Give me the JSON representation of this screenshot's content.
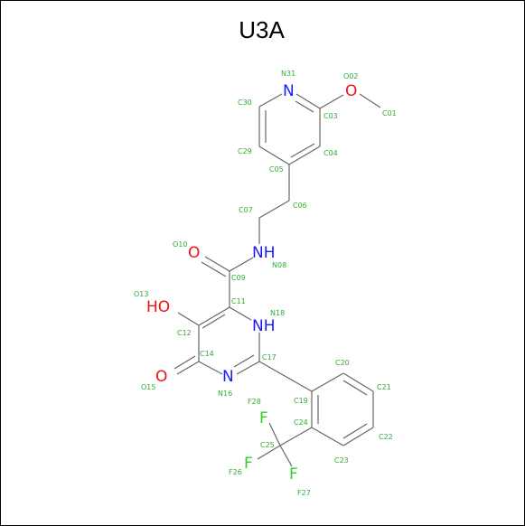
{
  "title": "U3A",
  "colors": {
    "N": "#1a1aff",
    "O": "#ee1111",
    "F": "#33cc33",
    "label": "#33aa33",
    "bond": "#666666"
  },
  "atoms": {
    "N31": "N",
    "O02": "O",
    "N08": "NH",
    "O10": "O",
    "O13": "HO",
    "N18": "NH",
    "N16": "N",
    "O15": "O",
    "F28": "F",
    "F26": "F",
    "F27": "F"
  },
  "labels": [
    "C01",
    "O02",
    "C03",
    "C04",
    "C05",
    "C06",
    "C07",
    "N08",
    "C09",
    "O10",
    "C11",
    "C12",
    "O13",
    "C14",
    "O15",
    "N16",
    "C17",
    "N18",
    "C19",
    "C20",
    "C21",
    "C22",
    "C23",
    "C24",
    "C25",
    "F26",
    "F27",
    "F28",
    "C29",
    "C30",
    "N31"
  ]
}
